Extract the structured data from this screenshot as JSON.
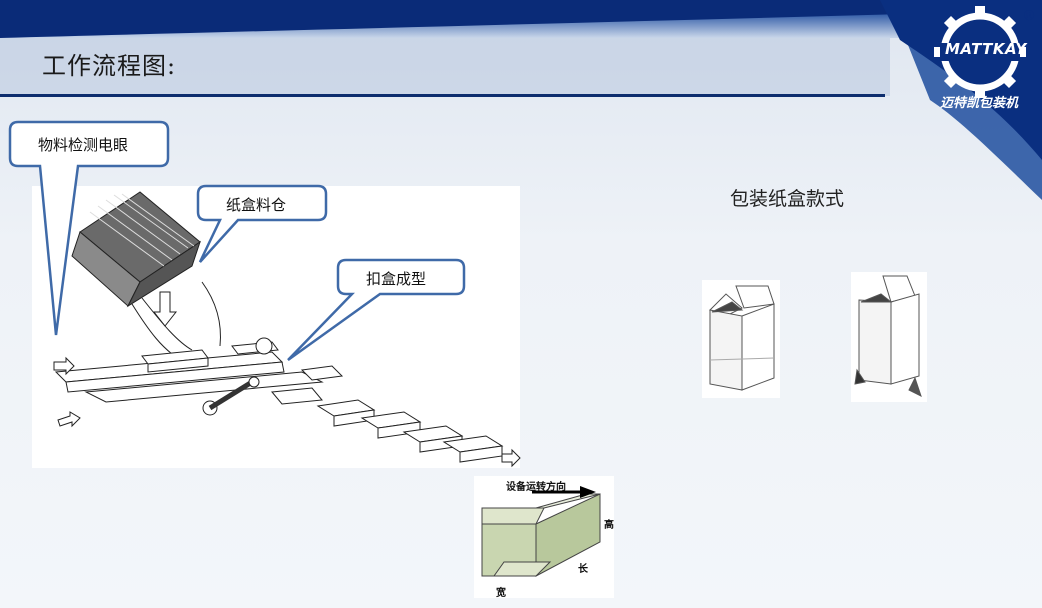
{
  "header": {
    "title": "工作流程图:",
    "logo_brand": "MATTKAY",
    "logo_tagline": "迈特凯包装机",
    "registered_mark": "®"
  },
  "callouts": {
    "sensor": "物料检测电眼",
    "magazine": "纸盒料仓",
    "forming": "扣盒成型"
  },
  "box_styles": {
    "title": "包装纸盒款式"
  },
  "direction_diagram": {
    "direction_label": "设备运转方向",
    "height_label": "高",
    "length_label": "长",
    "width_label": "宽"
  },
  "colors": {
    "header_dark": "#0a2f80",
    "header_mid": "#3a66b0",
    "callout_border": "#3f6aa8",
    "box_fill": "#c9d6b0"
  }
}
